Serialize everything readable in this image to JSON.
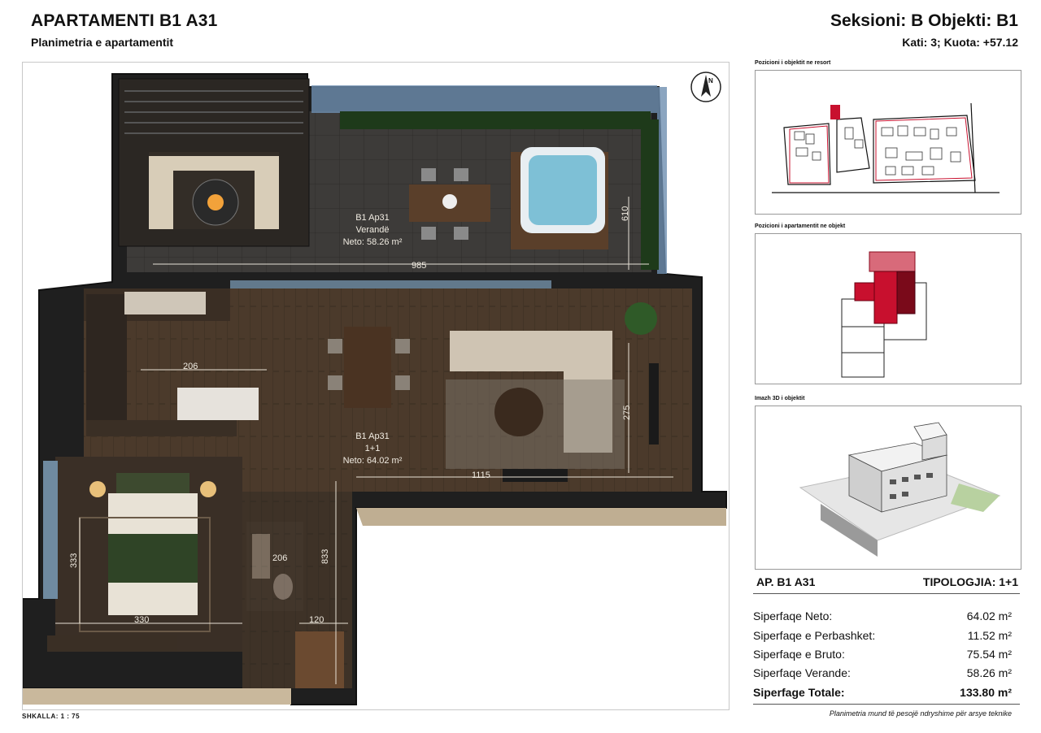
{
  "header": {
    "title": "APARTAMENTI B1 A31",
    "subtitle": "Planimetria e apartamentit",
    "section": "Seksioni: B Objekti: B1",
    "floor_level": "Kati: 3; Kuota: +57.12"
  },
  "plan": {
    "north_label": "N",
    "terrace": {
      "name": "B1 Ap31",
      "type": "Verandë",
      "area": "Neto: 58.26 m²"
    },
    "apartment": {
      "name": "B1 Ap31",
      "type": "1+1",
      "area": "Neto: 64.02 m²"
    },
    "dimensions": {
      "terrace_width": "985",
      "terrace_depth": "610",
      "kitchen": "206",
      "living_depth": "275",
      "living_width": "1115",
      "bedroom_depth": "333",
      "bath": "206",
      "hall_depth": "833",
      "bedroom_width": "330",
      "corridor": "120"
    },
    "scale": "SHKALLA:   1 : 75"
  },
  "panels": {
    "resort_label": "Pozicioni i objektit ne resort",
    "building_label": "Pozicioni i apartamentit ne objekt",
    "render_label": "Imazh 3D i objektit"
  },
  "summary": {
    "ap_code": "AP. B1 A31",
    "typology": "TIPOLOGJIA: 1+1",
    "rows": [
      {
        "label": "Siperfaqe Neto:",
        "value": "64.02 m²"
      },
      {
        "label": "Siperfaqe e Perbashket:",
        "value": "11.52 m²"
      },
      {
        "label": "Siperfaqe e Bruto:",
        "value": "75.54 m²"
      },
      {
        "label": "Siperfaqe Verande:",
        "value": "58.26 m²"
      }
    ],
    "total": {
      "label": "Siperfage Totale:",
      "value": "133.80 m²"
    },
    "disclaimer": "Planimetria mund të pesojë ndryshime për arsye teknike"
  },
  "colors": {
    "accent_red": "#c8102e",
    "wall": "#2b2b2b",
    "floor_dark": "#4a3a2c",
    "terrace_floor": "#3c3a38"
  }
}
